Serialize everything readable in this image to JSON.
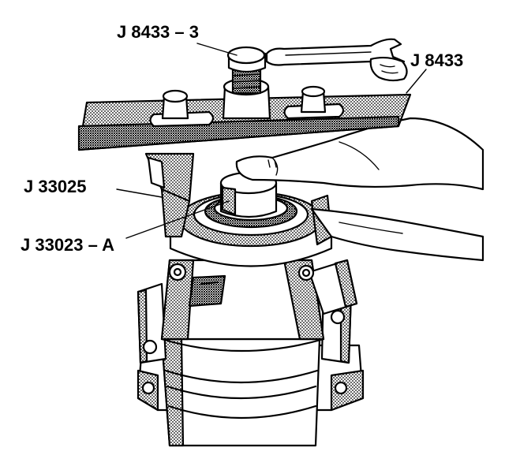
{
  "figure": {
    "labels": {
      "remover_screw": "J 8433 – 3",
      "puller_bar": "J 8433",
      "bracket": "J 33025",
      "adapter": "J 33023 – A"
    }
  }
}
